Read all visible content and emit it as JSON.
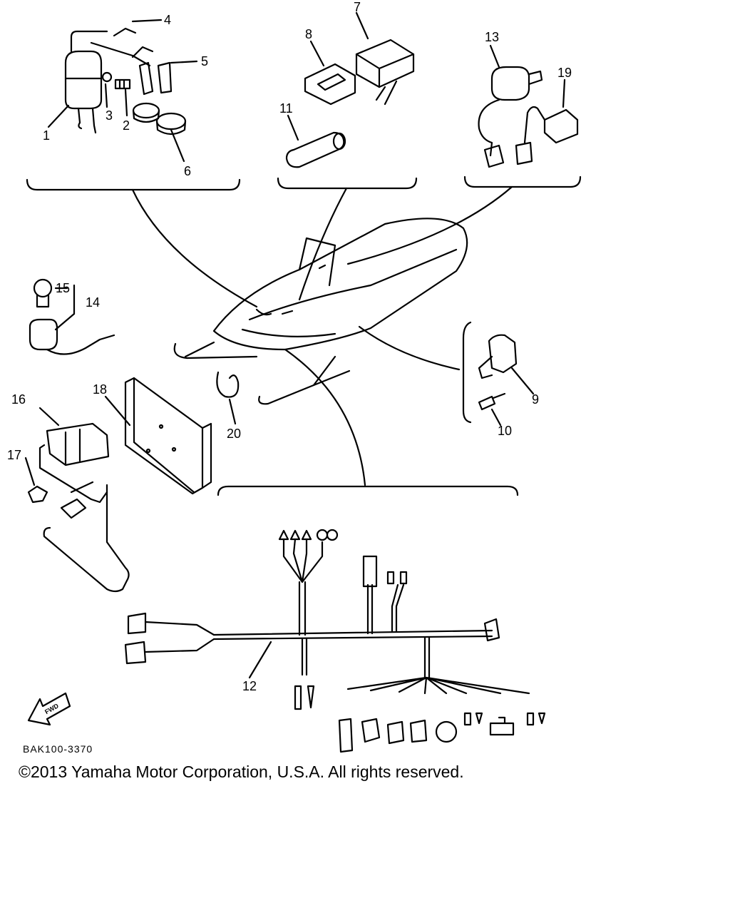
{
  "diagram": {
    "callouts": [
      "1",
      "2",
      "3",
      "4",
      "5",
      "6",
      "7",
      "8",
      "9",
      "10",
      "11",
      "12",
      "13",
      "14",
      "15",
      "16",
      "17",
      "18",
      "19",
      "20"
    ],
    "find_badge": "FWD",
    "drawing_code": "BAK100-3370",
    "copyright": "©2013 Yamaha Motor Corporation, U.S.A. All rights reserved."
  }
}
